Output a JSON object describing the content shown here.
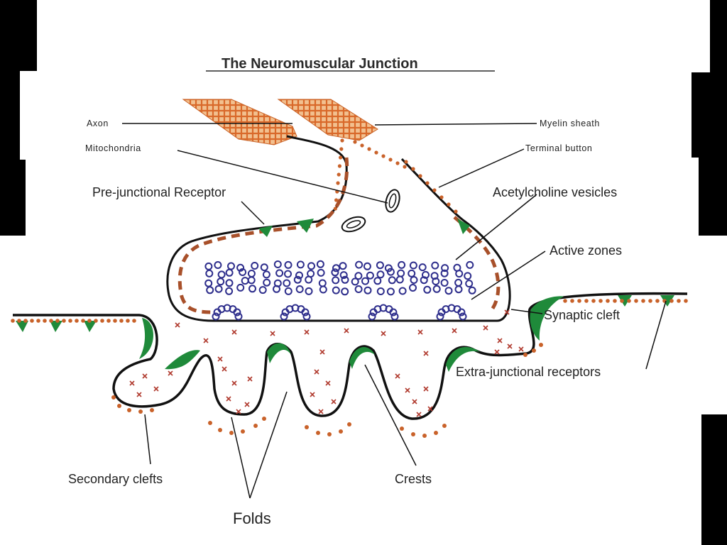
{
  "title": "The Neuromuscular Junction",
  "labels": {
    "axon": "Axon",
    "myelin_sheath": "Myelin sheath",
    "mitochondria": "Mitochondria",
    "terminal_button": "Terminal button",
    "pre_junctional_receptor": "Pre-junctional Receptor",
    "acetylcholine_vesicles": "Acetylcholine vesicles",
    "active_zones": "Active zones",
    "synaptic_cleft": "Synaptic cleft",
    "extra_junctional_receptors": "Extra-junctional receptors",
    "secondary_clefts": "Secondary clefts",
    "crests": "Crests",
    "folds": "Folds"
  },
  "colors": {
    "myelin": "#e07a2e",
    "membrane": "#111111",
    "dots": "#c9622a",
    "receptors": "#1f8a3a",
    "vesicles": "#2e2e8c",
    "cleft_marks": "#b03a2e",
    "background": "#ffffff",
    "frame": "#000000"
  }
}
